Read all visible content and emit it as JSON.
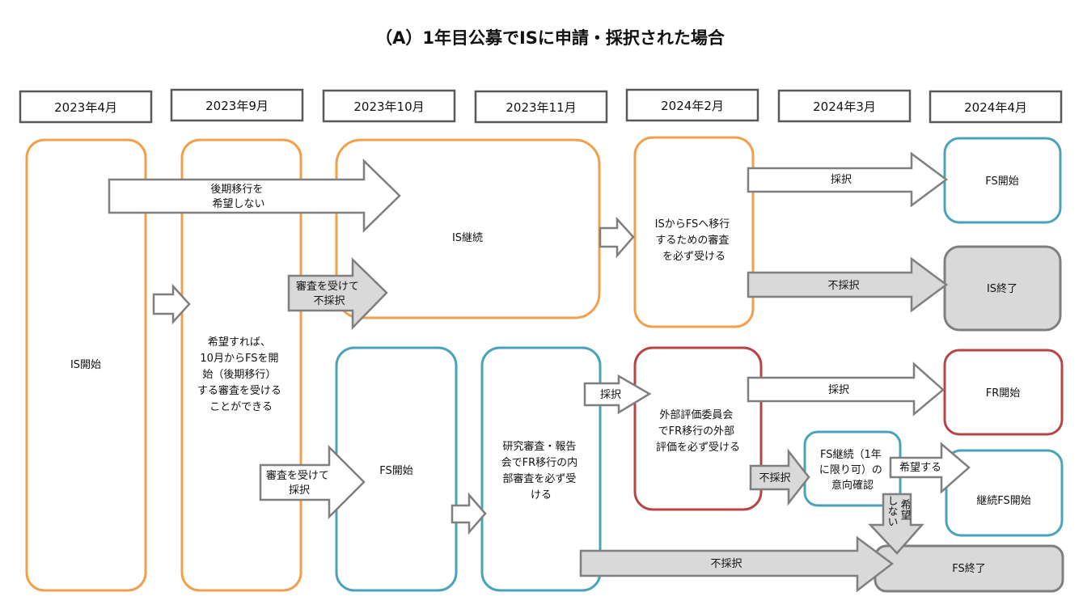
{
  "title": "（A）1年目公募でISに申請・採択された場合",
  "colors": {
    "orange": "#f0a04b",
    "blue": "#4aa3b8",
    "red": "#b84545",
    "gray_border": "#7f7f7f",
    "gray_fill": "#d9d9d9",
    "header_border": "#595959"
  },
  "timeline": [
    "2023年4月",
    "2023年9月",
    "2023年10月",
    "2023年11月",
    "2024年2月",
    "2024年3月",
    "2024年4月"
  ],
  "boxes": {
    "is_start": "IS開始",
    "fs_option": [
      "希望すれば、",
      "10月からFSを開",
      "始（後期移行）",
      "する審査を受ける",
      "ことができる"
    ],
    "is_continue": "IS継続",
    "is_to_fs_review": [
      "ISからFSへ移行",
      "するための審査",
      "を必ず受ける"
    ],
    "fs_start_2024": "FS開始",
    "is_end": "IS終了",
    "fs_start_2023": "FS開始",
    "research_review": [
      "研究審査・報告",
      "会でFR移行の内",
      "部審査を必ず受",
      "ける"
    ],
    "external_review": [
      "外部評価委員会",
      "でFR移行の外部",
      "評価を必ず受ける"
    ],
    "fr_start": "FR開始",
    "fs_continue_check": [
      "FS継続（1年",
      "に限り可）の",
      "意向確認"
    ],
    "continue_fs_start": "継続FS開始",
    "fs_end": "FS終了"
  },
  "arrows": {
    "no_transfer": [
      "後期移行を",
      "希望しない"
    ],
    "review_rejected": [
      "審査を受けて",
      "不採択"
    ],
    "review_adopted": [
      "審査を受けて",
      "採択"
    ],
    "adopted_is": "採択",
    "rejected_is": "不採択",
    "adopted_to_external": "採択",
    "adopted_fr": "採択",
    "rejected_external": "不採択",
    "wish": "希望する",
    "no_wish": [
      "希望",
      "しない"
    ],
    "rejected_fs": "不採択"
  }
}
